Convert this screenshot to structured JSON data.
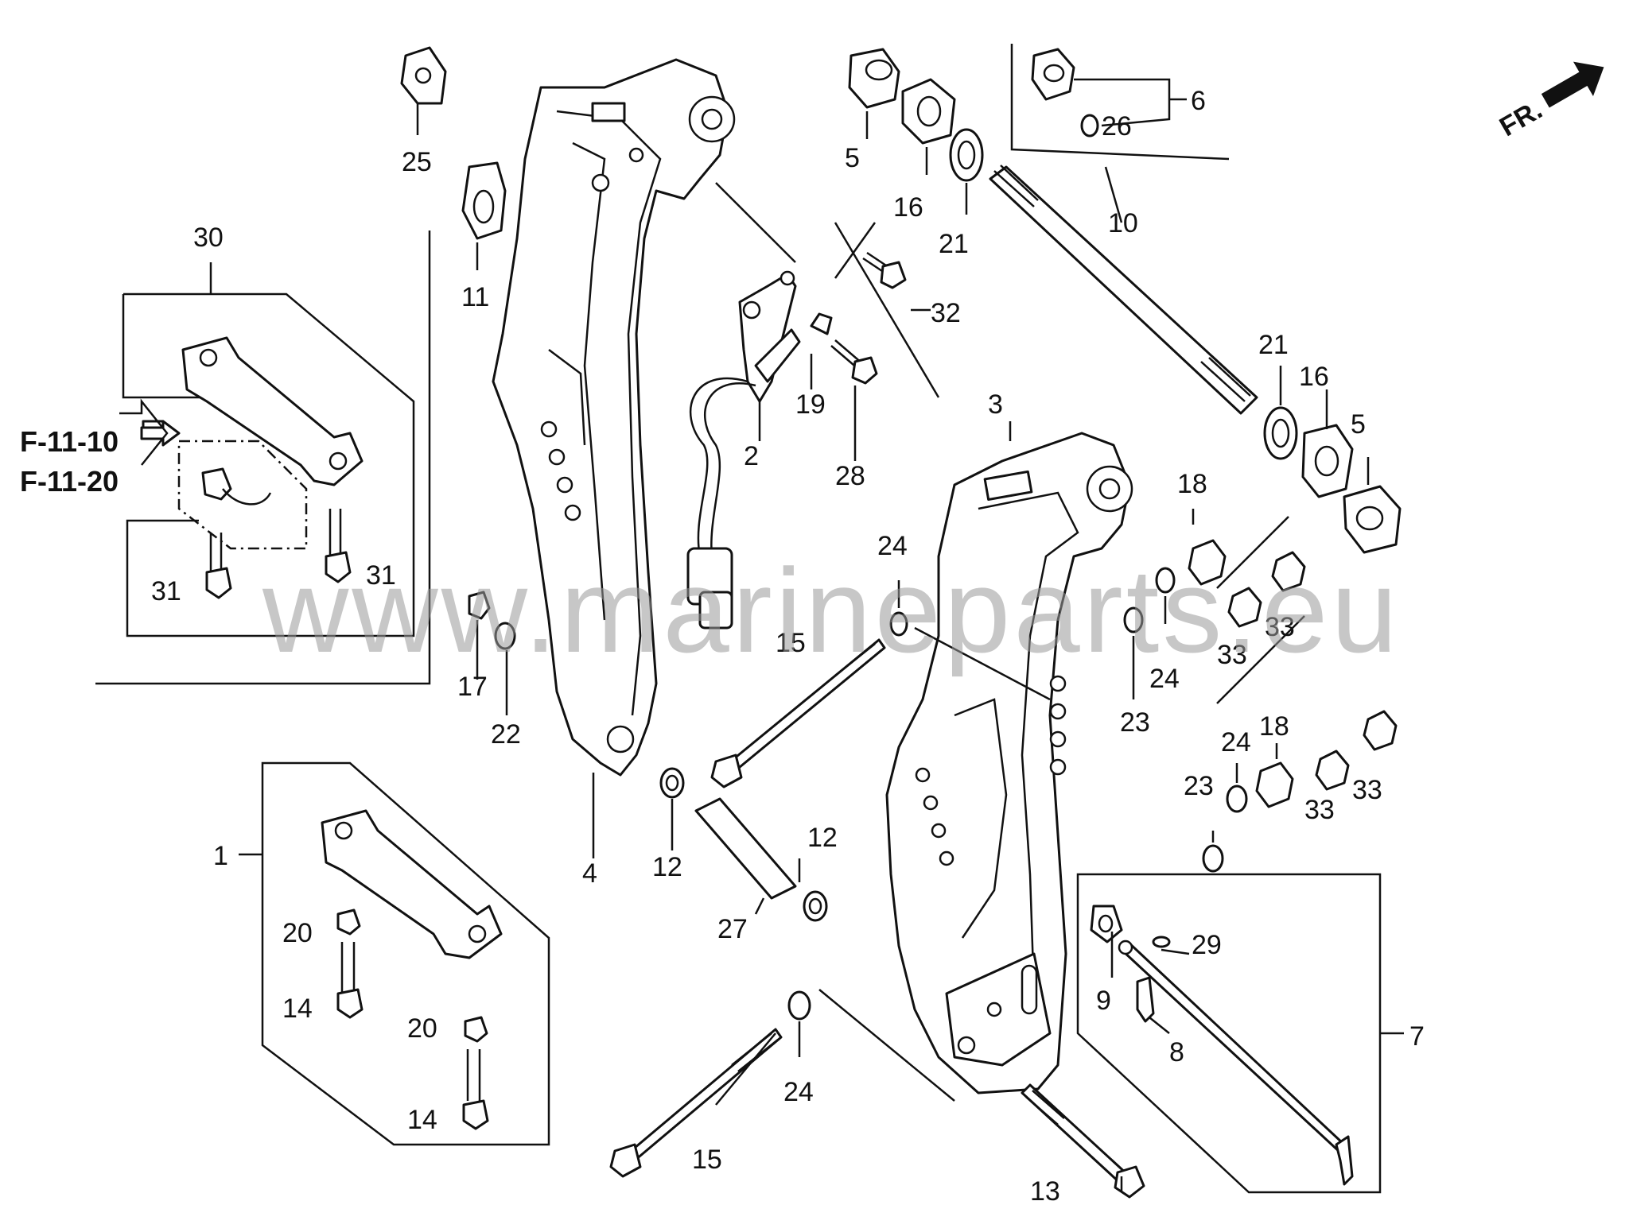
{
  "watermark": "www.marineparts.eu",
  "direction_label": "FR.",
  "references": [
    "F-11-10",
    "F-11-20"
  ],
  "callouts": {
    "c1": "1",
    "c2": "2",
    "c3": "3",
    "c4": "4",
    "c5a": "5",
    "c5b": "5",
    "c6": "6",
    "c7": "7",
    "c8": "8",
    "c9": "9",
    "c10": "10",
    "c11": "11",
    "c12a": "12",
    "c12b": "12",
    "c13": "13",
    "c14a": "14",
    "c14b": "14",
    "c15a": "15",
    "c15b": "15",
    "c16a": "16",
    "c16b": "16",
    "c17": "17",
    "c18a": "18",
    "c18b": "18",
    "c19": "19",
    "c20a": "20",
    "c20b": "20",
    "c21a": "21",
    "c21b": "21",
    "c22": "22",
    "c23a": "23",
    "c23b": "23",
    "c24a": "24",
    "c24b": "24",
    "c24c": "24",
    "c24d": "24",
    "c25": "25",
    "c26": "26",
    "c27": "27",
    "c28": "28",
    "c29": "29",
    "c30": "30",
    "c31a": "31",
    "c31b": "31",
    "c32": "32",
    "c33a": "33",
    "c33b": "33",
    "c33c": "33",
    "c33d": "33"
  }
}
